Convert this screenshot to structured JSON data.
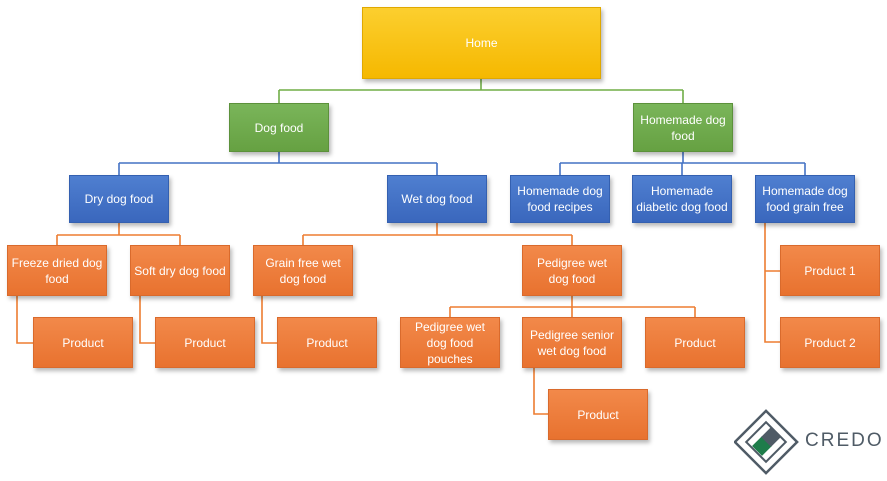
{
  "colors": {
    "home": "#f7bf17",
    "category": "#70ad47",
    "subcategory": "#4472c4",
    "product": "#ed7d31",
    "line_green": "#70ad47",
    "line_blue": "#4472c4",
    "line_orange": "#ed7d31"
  },
  "nodes": {
    "home": "Home",
    "dog_food": "Dog food",
    "homemade_dog_food": "Homemade dog food",
    "dry_dog_food": "Dry dog food",
    "wet_dog_food": "Wet dog food",
    "homemade_recipes": "Homemade dog food recipes",
    "homemade_diabetic": "Homemade diabetic dog food",
    "homemade_grain_free": "Homemade dog food grain free",
    "freeze_dried": "Freeze dried dog food",
    "soft_dry": "Soft dry dog food",
    "grain_free_wet": "Grain free wet dog food",
    "pedigree_wet": "Pedigree wet dog food",
    "product_freeze": "Product",
    "product_soft": "Product",
    "product_grain": "Product",
    "pedigree_pouches": "Pedigree wet dog food pouches",
    "pedigree_senior": "Pedigree senior wet dog food",
    "product_pedigree": "Product",
    "product_senior": "Product",
    "product_1": "Product 1",
    "product_2": "Product 2"
  },
  "logo": {
    "text": "CREDO",
    "icon": "credo-diamond-icon"
  }
}
